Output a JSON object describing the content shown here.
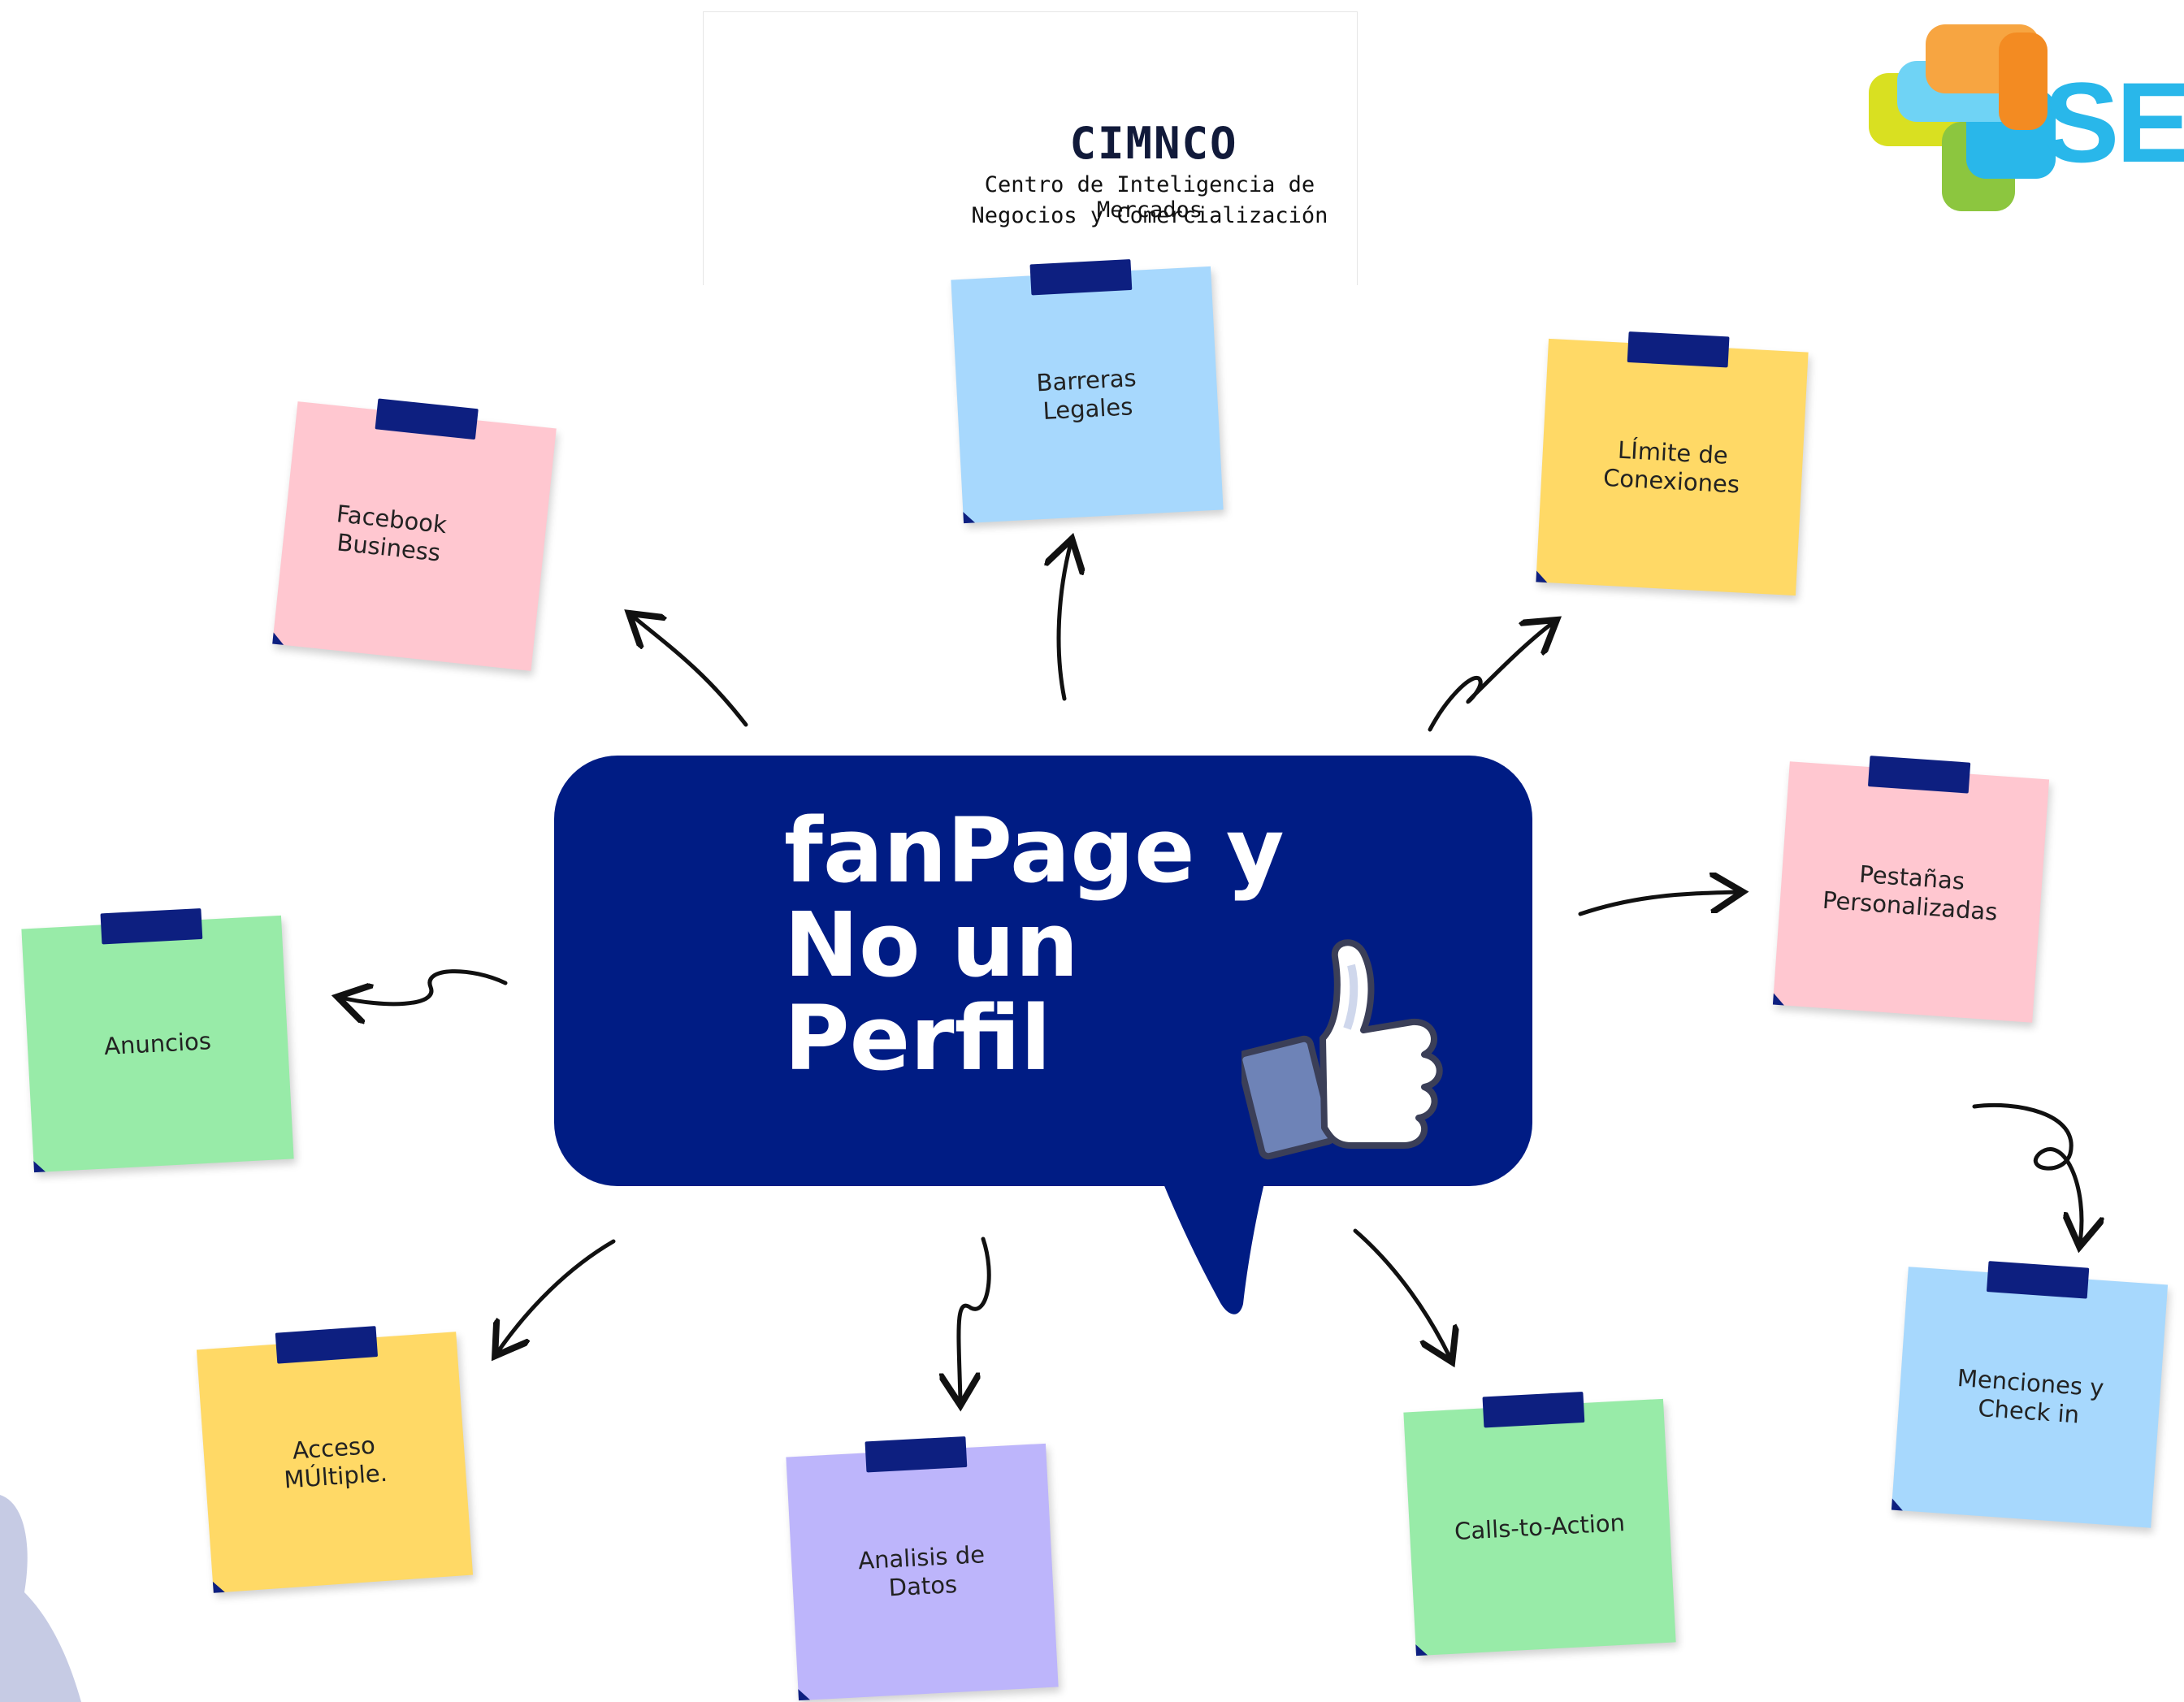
{
  "logo": {
    "name": "CIMNCO",
    "subtitle_line1": "Centro de Inteligencia de Mercados",
    "subtitle_line2": "Negocios y Comercialización"
  },
  "brand": {
    "text": "SEN"
  },
  "central": {
    "title": "fanPage y\nNo un Perfil",
    "icon": "thumbs-up-icon"
  },
  "notes": [
    {
      "id": "facebook-business",
      "label": "Facebook\nBusiness",
      "color": "#ffc7d0"
    },
    {
      "id": "barreras-legales",
      "label": "Barreras\nLegales",
      "color": "#a7d8fd"
    },
    {
      "id": "limite-conexiones",
      "label": "LÍmite de\nConexiones",
      "color": "#ffd966"
    },
    {
      "id": "pestanas-personalizadas",
      "label": "Pestañas\nPersonalizadas",
      "color": "#ffc7d0"
    },
    {
      "id": "anuncios",
      "label": "Anuncios",
      "color": "#98eba8"
    },
    {
      "id": "menciones-check-in",
      "label": "Menciones y\nCheck in",
      "color": "#a7d8fd"
    },
    {
      "id": "acceso-multiple",
      "label": "Acceso\nMÚltiple.",
      "color": "#ffd966"
    },
    {
      "id": "analisis-datos",
      "label": "Analisis de\nDatos",
      "color": "#bdb5fb"
    },
    {
      "id": "calls-to-action",
      "label": "Calls-to-Action",
      "color": "#98eba8"
    }
  ],
  "colors": {
    "bubble": "#001c84",
    "tape": "#0d1f80",
    "arrow": "#111111"
  }
}
